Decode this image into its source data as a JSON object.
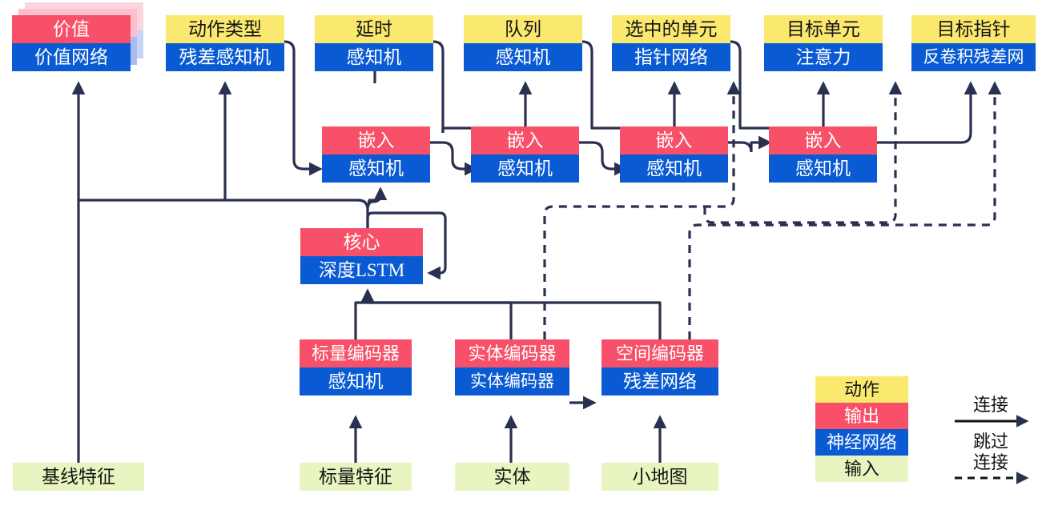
{
  "diagram": {
    "title": "AlphaStar-style agent architecture (Chinese labels)",
    "colors": {
      "action": "#FBE96F",
      "output": "#F85068",
      "network": "#0A5BD3",
      "input": "#E9F5C1",
      "wire": "#2A3050"
    }
  },
  "heads": [
    {
      "action": "价值",
      "network": "价值网络",
      "stacked": true
    },
    {
      "action": "动作类型",
      "network": "残差感知机",
      "stacked": false
    },
    {
      "action": "延时",
      "network": "感知机",
      "stacked": false
    },
    {
      "action": "队列",
      "network": "感知机",
      "stacked": false
    },
    {
      "action": "选中的单元",
      "network": "指针网络",
      "stacked": false
    },
    {
      "action": "目标单元",
      "network": "注意力",
      "stacked": false
    },
    {
      "action": "目标指针",
      "network": "反卷积残差网",
      "stacked": false
    }
  ],
  "embeds": [
    {
      "output": "嵌入",
      "network": "感知机"
    },
    {
      "output": "嵌入",
      "network": "感知机"
    },
    {
      "output": "嵌入",
      "network": "感知机"
    },
    {
      "output": "嵌入",
      "network": "感知机"
    }
  ],
  "core": {
    "output": "核心",
    "network": "深度LSTM"
  },
  "encoders": [
    {
      "output": "标量编码器",
      "network": "感知机"
    },
    {
      "output": "实体编码器",
      "network": "实体编码器"
    },
    {
      "output": "空间编码器",
      "network": "残差网络"
    }
  ],
  "inputs": [
    {
      "label": "基线特征"
    },
    {
      "label": "标量特征"
    },
    {
      "label": "实体"
    },
    {
      "label": "小地图"
    }
  ],
  "legend": {
    "swatches": [
      {
        "label": "动作",
        "kind": "action"
      },
      {
        "label": "输出",
        "kind": "output"
      },
      {
        "label": "神经网络",
        "kind": "network"
      },
      {
        "label": "输入",
        "kind": "input"
      }
    ],
    "edges": [
      {
        "label": "连接",
        "style": "solid"
      },
      {
        "label": "跳过",
        "style": "dashed"
      },
      {
        "label": "连接",
        "style": "dashed"
      }
    ]
  }
}
